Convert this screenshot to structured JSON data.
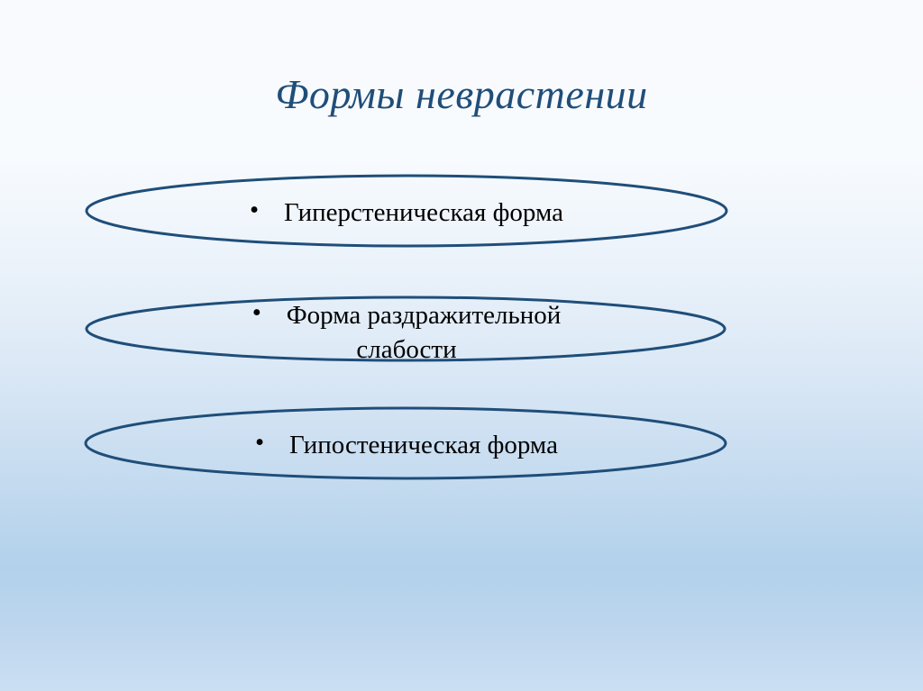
{
  "slide": {
    "title": "Формы неврастении",
    "items": [
      {
        "bullet": "•",
        "lines": [
          "Гиперстеническая форма"
        ]
      },
      {
        "bullet": "•",
        "lines": [
          "Форма раздражительной",
          "слабости"
        ]
      },
      {
        "bullet": "•",
        "lines": [
          "Гипостеническая форма"
        ]
      }
    ]
  },
  "colors": {
    "title": "#1f4e79",
    "ellipse_stroke": "#1f4e79",
    "background_top": "#f8fafd",
    "background_mid": "#b2d1eb",
    "background_bottom": "#cadff2"
  }
}
